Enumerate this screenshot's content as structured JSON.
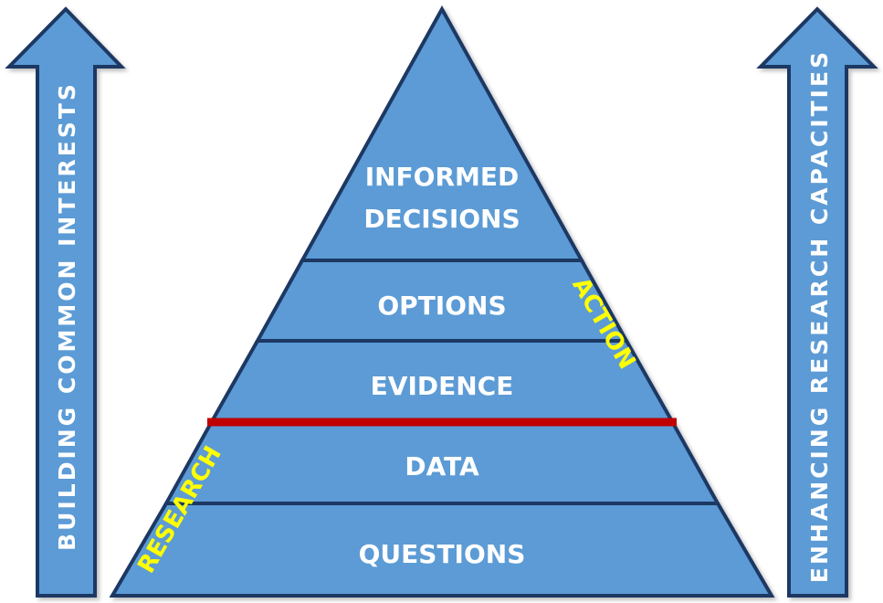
{
  "diagram": {
    "tiers": [
      {
        "lines": [
          "INFORMED",
          "DECISIONS"
        ]
      },
      {
        "lines": [
          "OPTIONS"
        ]
      },
      {
        "lines": [
          "EVIDENCE"
        ]
      },
      {
        "lines": [
          "DATA"
        ]
      },
      {
        "lines": [
          "QUESTIONS"
        ]
      }
    ],
    "left_arrow_label": "BUILDING COMMON INTERESTS",
    "right_arrow_label": "ENHANCING RESEARCH CAPACITIES",
    "side_labels": {
      "right": "ACTION",
      "left": "RESEARCH"
    },
    "colors": {
      "fill": "#5b9bd5",
      "outline": "#1f3864",
      "divider_highlight": "#c00000",
      "side_label": "#ffff00",
      "text": "#ffffff"
    }
  }
}
